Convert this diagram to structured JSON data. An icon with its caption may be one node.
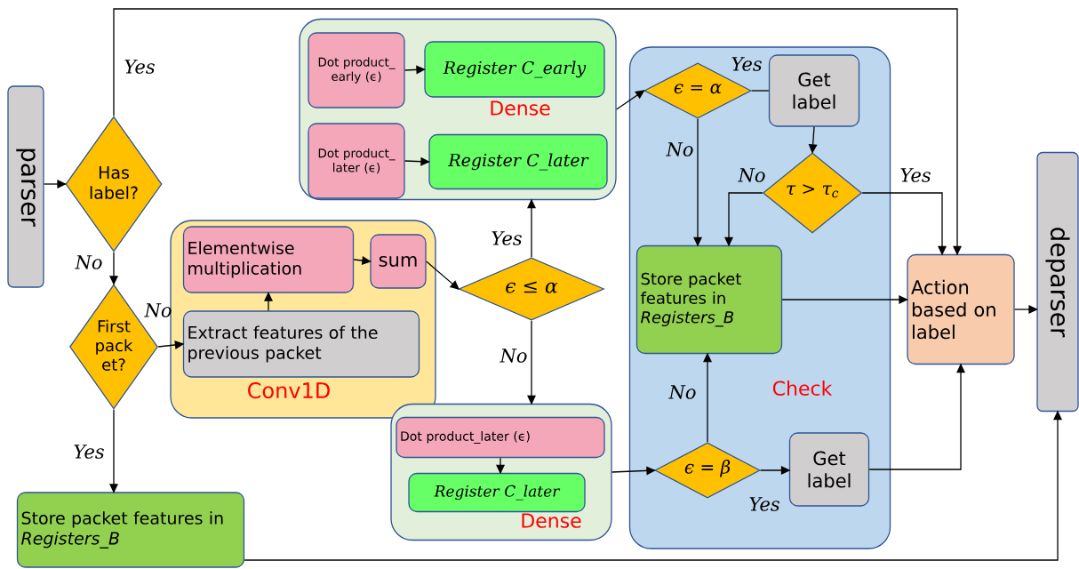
{
  "diagram": {
    "nodes": [
      {
        "text": [
          "parser"
        ]
      },
      {
        "text": [
          "Has label?"
        ]
      },
      {
        "text": [
          "First pack et?"
        ]
      },
      {
        "text": [
          "Store packet features in *Registers_B*"
        ]
      },
      {
        "text": [
          "Conv1D"
        ]
      },
      {
        "text": [
          "Elementwise multiplication"
        ],
        "in": 4
      },
      {
        "text": [
          "sum"
        ],
        "in": 4
      },
      {
        "text": [
          "Extract features of the previous packet"
        ],
        "in": 4
      },
      {
        "text": [
          "Dense"
        ]
      },
      {
        "text": [
          "Dot product_ early (ϵ)"
        ],
        "in": 8
      },
      {
        "text": [
          "Register C_early"
        ],
        "in": 8
      },
      {
        "text": [
          "Dot product_ later (ϵ)"
        ],
        "in": 8
      },
      {
        "text": [
          "Register C_later"
        ],
        "in": 8
      },
      {
        "text": [
          "ϵ ≤ α"
        ]
      },
      {
        "text": [
          "Dense"
        ]
      },
      {
        "text": [
          "Dot product_later (ϵ)"
        ],
        "in": 14
      },
      {
        "text": [
          "Register C_later"
        ],
        "in": 14
      },
      {
        "text": [
          "Check"
        ]
      },
      {
        "text": [
          "ϵ = α"
        ],
        "in": 17
      },
      {
        "text": [
          "Get label"
        ],
        "in": 17
      },
      {
        "text": [
          "τ > τ$_{c}$"
        ],
        "in": 17
      },
      {
        "text": [
          "Store packet features in *Registers_B*"
        ],
        "in": 17
      },
      {
        "text": [
          "ϵ = β"
        ],
        "in": 17
      },
      {
        "text": [
          "Get label"
        ],
        "in": 17
      },
      {
        "text": [
          "Action based on label"
        ]
      },
      {
        "text": [
          "deparser"
        ]
      }
    ],
    "edges": [
      {
        "from": 0,
        "to": 1,
        "arrow": "to"
      },
      {
        "from": 1,
        "to": 24,
        "arrow": "to",
        "label": "Yes"
      },
      {
        "from": 1,
        "to": 2,
        "arrow": "to",
        "label": "No"
      },
      {
        "from": 2,
        "to": 7,
        "arrow": "to",
        "label": "No"
      },
      {
        "from": 2,
        "to": 3,
        "arrow": "to",
        "label": "Yes"
      },
      {
        "from": 3,
        "to": 25,
        "arrow": "to"
      },
      {
        "from": 7,
        "to": 5,
        "arrow": "to"
      },
      {
        "from": 5,
        "to": 6,
        "arrow": "to"
      },
      {
        "from": 6,
        "to": 13,
        "arrow": "to"
      },
      {
        "from": 13,
        "to": 8,
        "arrow": "to",
        "label": "Yes"
      },
      {
        "from": 13,
        "to": 14,
        "arrow": "to",
        "label": "No"
      },
      {
        "from": 9,
        "to": 10,
        "arrow": "to"
      },
      {
        "from": 11,
        "to": 12,
        "arrow": "to"
      },
      {
        "from": 8,
        "to": 18,
        "arrow": "to"
      },
      {
        "from": 18,
        "to": 19,
        "arrow": "none",
        "label": "Yes"
      },
      {
        "from": 18,
        "to": 21,
        "arrow": "to",
        "label": "No"
      },
      {
        "from": 19,
        "to": 20,
        "arrow": "to"
      },
      {
        "from": 20,
        "to": 21,
        "arrow": "to",
        "label": "No"
      },
      {
        "from": 20,
        "to": 24,
        "arrow": "to",
        "label": "Yes"
      },
      {
        "from": 21,
        "to": 24,
        "arrow": "to"
      },
      {
        "from": 24,
        "to": 25,
        "arrow": "to"
      },
      {
        "from": 15,
        "to": 16,
        "arrow": "to"
      },
      {
        "from": 14,
        "to": 22,
        "arrow": "to"
      },
      {
        "from": 22,
        "to": 21,
        "arrow": "to",
        "label": "No"
      },
      {
        "from": 22,
        "to": 23,
        "arrow": "to",
        "label": "Yes"
      },
      {
        "from": 23,
        "to": 24,
        "arrow": "to"
      }
    ]
  }
}
